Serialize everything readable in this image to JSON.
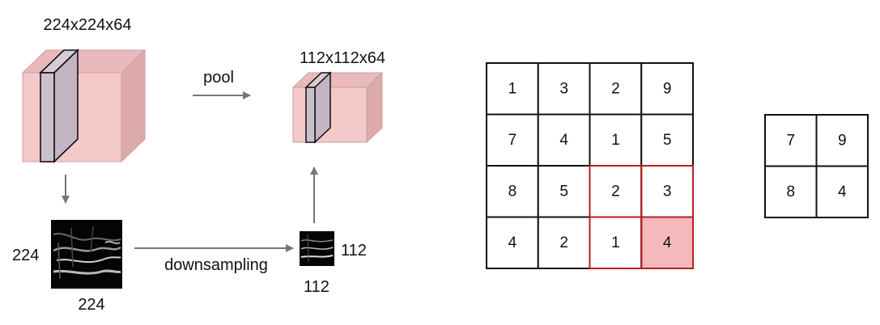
{
  "left_diagram": {
    "input_volume_label": "224x224x64",
    "pooled_volume_label": "112x112x64",
    "pool_label": "pool",
    "downsampling_label": "downsampling",
    "input_slice": {
      "height_label": "224",
      "width_label": "224"
    },
    "pooled_slice": {
      "height_label": "112",
      "width_label": "112"
    }
  },
  "max_pool_example": {
    "input_grid": [
      [
        "1",
        "3",
        "2",
        "9"
      ],
      [
        "7",
        "4",
        "1",
        "5"
      ],
      [
        "8",
        "5",
        "2",
        "3"
      ],
      [
        "4",
        "2",
        "1",
        "4"
      ]
    ],
    "highlighted_window": {
      "rows": [
        2,
        3
      ],
      "cols": [
        2,
        3
      ]
    },
    "max_cell": {
      "row": 3,
      "col": 3
    },
    "output_grid": [
      [
        "7",
        "9"
      ],
      [
        "8",
        "4"
      ]
    ]
  },
  "colors": {
    "volume_fill": "#f4c9ca",
    "volume_side": "#ddaaac",
    "volume_top": "#e9b9bb",
    "highlight_border": "#b81f24",
    "max_cell_fill": "#f5b9bb",
    "arrow": "#777777",
    "grid_border": "#111111"
  }
}
